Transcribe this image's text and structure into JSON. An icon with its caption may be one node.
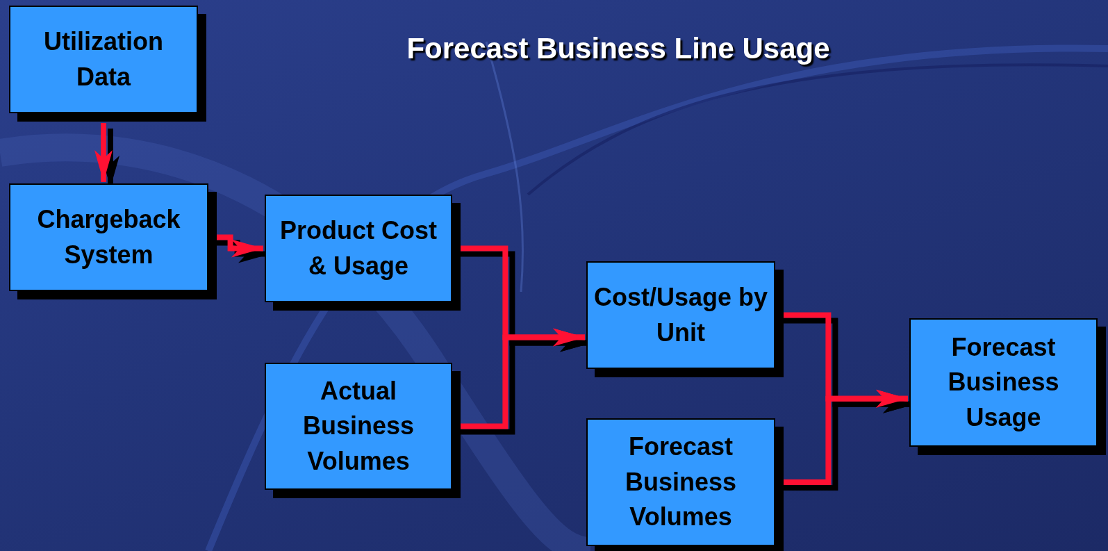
{
  "diagram": {
    "title": "Forecast Business Line Usage",
    "nodes": [
      {
        "text": [
          "Utilization Data"
        ]
      },
      {
        "text": [
          "Chargeback System"
        ]
      },
      {
        "text": [
          "Product Cost & Usage"
        ]
      },
      {
        "text": [
          "Actual Business Volumes"
        ]
      },
      {
        "text": [
          "Cost/Usage by Unit"
        ]
      },
      {
        "text": [
          "Forecast Business Volumes"
        ]
      },
      {
        "text": [
          "Forecast Business Usage"
        ]
      }
    ],
    "edges": [
      {
        "from": 0,
        "to": 1,
        "arrow": "to"
      },
      {
        "from": 1,
        "to": 2,
        "arrow": "to"
      },
      {
        "from": 2,
        "to": 4,
        "arrow": "to"
      },
      {
        "from": 3,
        "to": 4,
        "arrow": "to"
      },
      {
        "from": 4,
        "to": 6,
        "arrow": "to"
      },
      {
        "from": 5,
        "to": 6,
        "arrow": "to"
      }
    ]
  }
}
